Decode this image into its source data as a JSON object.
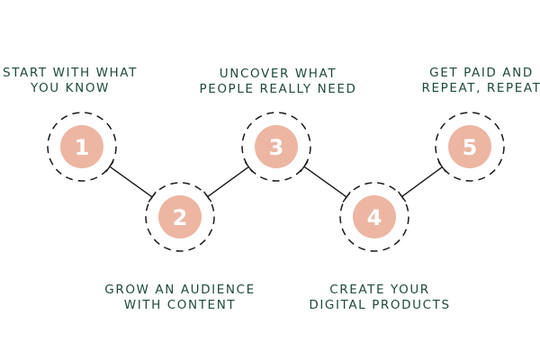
{
  "colors": {
    "circle_fill": "#ecb6a3",
    "dashed_ring": "#1a1a1a",
    "connector": "#1a1a1a",
    "text": "#1f4a3d",
    "number": "#ffffff",
    "background": "#ffffff"
  },
  "steps": [
    {
      "number": "1",
      "label_lines": [
        "START WITH WHAT",
        "YOU KNOW"
      ]
    },
    {
      "number": "2",
      "label_lines": [
        "GROW AN AUDIENCE",
        "WITH CONTENT"
      ]
    },
    {
      "number": "3",
      "label_lines": [
        "UNCOVER WHAT",
        "PEOPLE REALLY NEED"
      ]
    },
    {
      "number": "4",
      "label_lines": [
        "CREATE YOUR",
        "DIGITAL PRODUCTS"
      ]
    },
    {
      "number": "5",
      "label_lines": [
        "GET PAID AND",
        "REPEAT, REPEAT"
      ]
    }
  ]
}
